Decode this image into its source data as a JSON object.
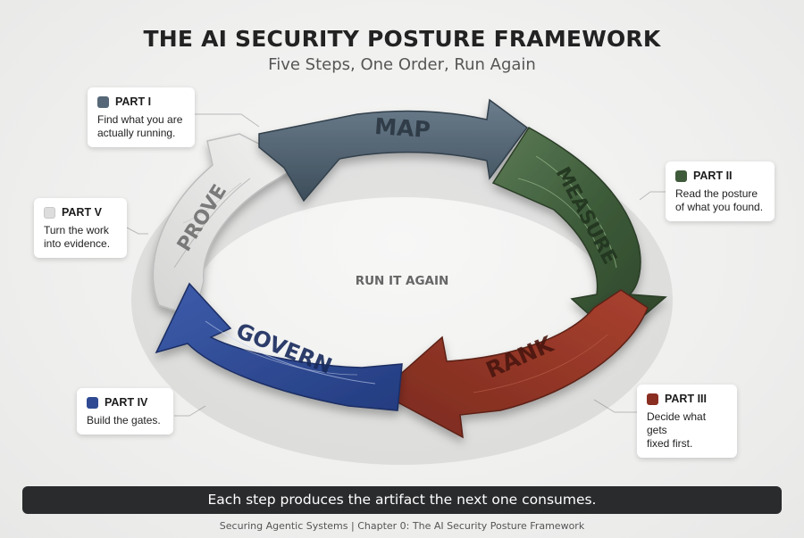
{
  "title": "THE AI SECURITY POSTURE FRAMEWORK",
  "subtitle": "Five Steps, One Order, Run Again",
  "center_label": "RUN IT AGAIN",
  "segments": [
    {
      "word": "MAP",
      "color": "#4f6272"
    },
    {
      "word": "MEASURE",
      "color": "#3f5e3c"
    },
    {
      "word": "RANK",
      "color": "#8e3324"
    },
    {
      "word": "GOVERN",
      "color": "#2f4a93"
    },
    {
      "word": "PROVE",
      "color": "#dcdcdc"
    }
  ],
  "parts": [
    {
      "label": "PART I",
      "text": [
        "Find what you are",
        "actually running."
      ],
      "color": "#566877"
    },
    {
      "label": "PART II",
      "text": [
        "Read the posture",
        "of what you found."
      ],
      "color": "#3e5a3a"
    },
    {
      "label": "PART III",
      "text": [
        "Decide what gets",
        "fixed first."
      ],
      "color": "#8a2e22"
    },
    {
      "label": "PART IV",
      "text": [
        "Build the gates."
      ],
      "color": "#2f4a93"
    },
    {
      "label": "PART V",
      "text": [
        "Turn the work",
        "into evidence."
      ],
      "color": "#dddddd"
    }
  ],
  "banner": "Each step produces the artifact the next one consumes.",
  "footer": "Securing Agentic Systems | Chapter 0: The AI Security Posture Framework"
}
